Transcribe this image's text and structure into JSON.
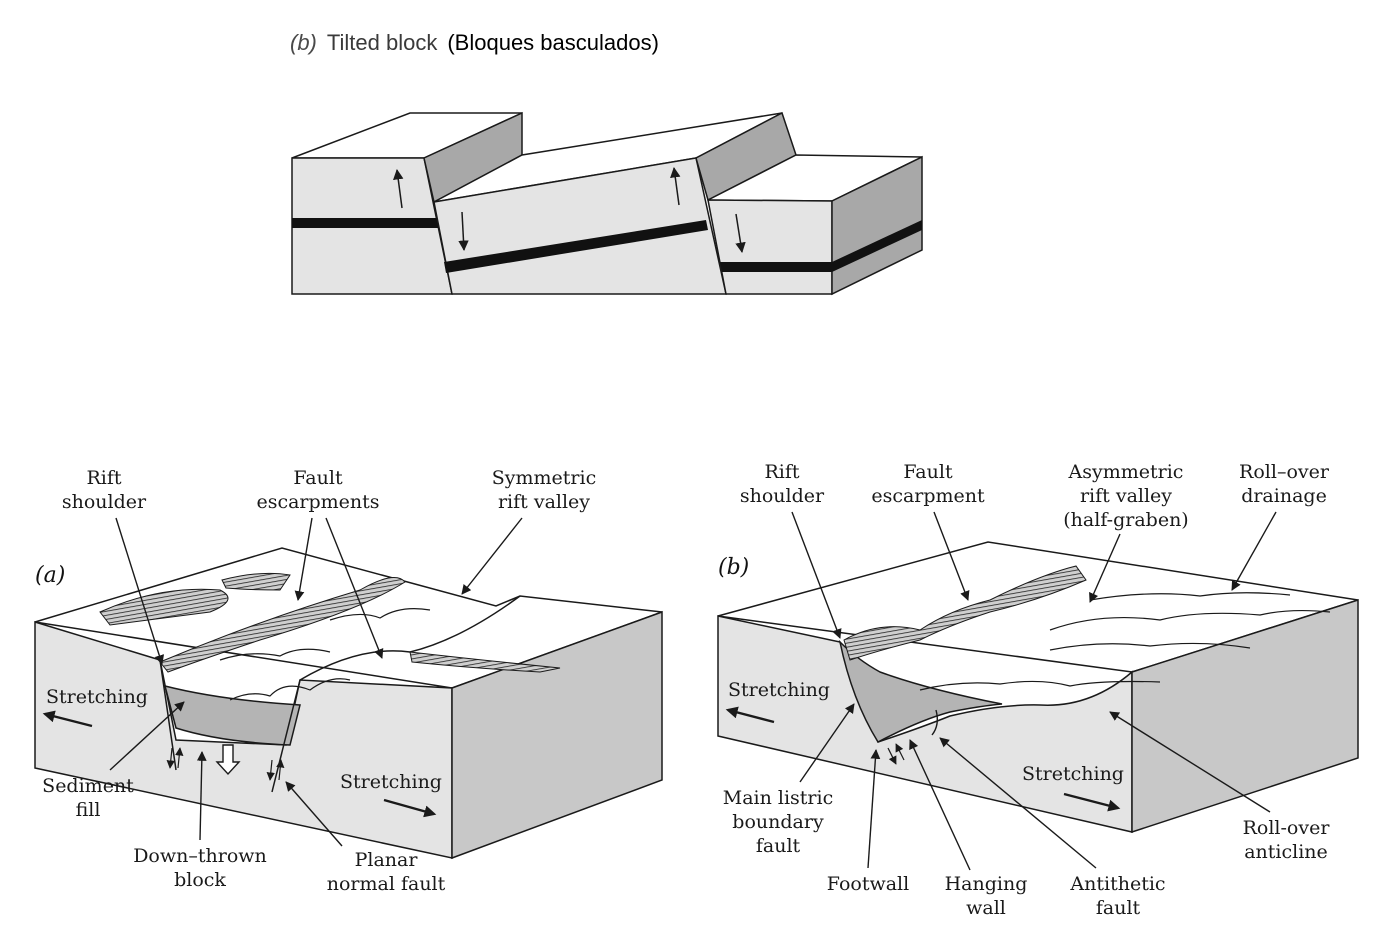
{
  "top_figure": {
    "title_panel": "(b)",
    "title_main": "Tilted block",
    "title_translation": "(Bloques basculados)"
  },
  "figure_a": {
    "panel_label": "(a)",
    "labels": {
      "rift_shoulder_1": "Rift",
      "rift_shoulder_2": "shoulder",
      "fault_escarpments_1": "Fault",
      "fault_escarpments_2": "escarpments",
      "symmetric_1": "Symmetric",
      "symmetric_2": "rift valley",
      "stretching_left": "Stretching",
      "stretching_right": "Stretching",
      "sediment_1": "Sediment",
      "sediment_2": "fill",
      "downthrown_1": "Down–thrown",
      "downthrown_2": "block",
      "planar_1": "Planar",
      "planar_2": "normal fault"
    }
  },
  "figure_b": {
    "panel_label": "(b)",
    "labels": {
      "rift_shoulder_1": "Rift",
      "rift_shoulder_2": "shoulder",
      "fault_escarpment_1": "Fault",
      "fault_escarpment_2": "escarpment",
      "asym_1": "Asymmetric",
      "asym_2": "rift valley",
      "asym_3": "(half-graben)",
      "rollover_drainage_1": "Roll–over",
      "rollover_drainage_2": "drainage",
      "stretching_left": "Stretching",
      "stretching_right": "Stretching",
      "main_listric_1": "Main listric",
      "main_listric_2": "boundary",
      "main_listric_3": "fault",
      "footwall": "Footwall",
      "hanging_1": "Hanging",
      "hanging_2": "wall",
      "antithetic_1": "Antithetic",
      "antithetic_2": "fault",
      "rollover_anticline_1": "Roll-over",
      "rollover_anticline_2": "anticline"
    }
  },
  "colors": {
    "block_face": "#e4e4e4",
    "block_side": "#a8a8a8",
    "block_top": "#ffffff",
    "sediment": "#bdbdbd",
    "line": "#1a1a1a"
  }
}
